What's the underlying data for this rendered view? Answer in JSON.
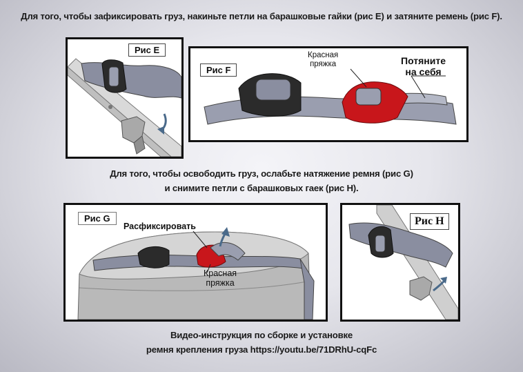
{
  "instructions": {
    "fasten": "Для того, чтобы зафиксировать груз, накиньте петли на барашковые гайки (рис E) и затяните ремень (рис F).",
    "release_line1": "Для того, чтобы освободить груз, ослабьте натяжение ремня (рис G)",
    "release_line2": "и снимите петли с барашковых гаек (рис H).",
    "video_line1": "Видео-инструкция по сборке и установке",
    "video_line2": "ремня крепления груза https://youtu.be/71DRhU-cqFc"
  },
  "figures": {
    "e": {
      "label": "Рис E"
    },
    "f": {
      "label": "Рис F",
      "callout_buckle_1": "Красная",
      "callout_buckle_2": "пряжка",
      "callout_pull_1": "Потяните",
      "callout_pull_2": "на себя"
    },
    "g": {
      "label": "Рис G",
      "callout_release": "Расфиксировать",
      "callout_buckle_1": "Красная",
      "callout_buckle_2": "пряжка"
    },
    "h": {
      "label": "Рис H"
    }
  },
  "colors": {
    "strap": "#8a8ea0",
    "buckle_red": "#c8161b",
    "buckle_dark": "#2b2b2b",
    "arrow": "#4a6a8a"
  }
}
